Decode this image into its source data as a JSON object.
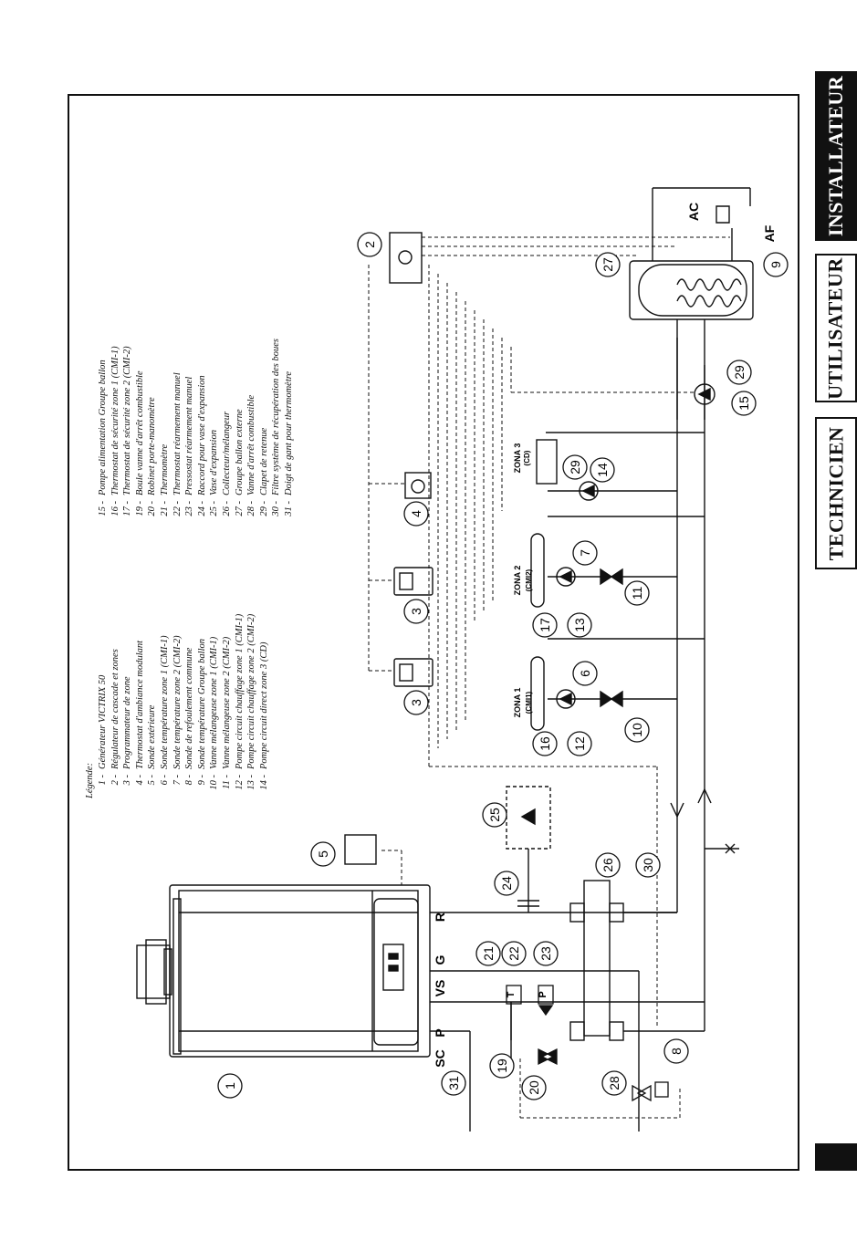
{
  "tabs": {
    "installateur": "INSTALLATEUR",
    "utilisateur": "UTILISATEUR",
    "technicien": "TECHNICIEN"
  },
  "legend": {
    "title": "Légende:",
    "items": [
      {
        "n": "1 -",
        "t": "Générateur VICTRIX 50"
      },
      {
        "n": "2 -",
        "t": "Régulateur de cascade et zones"
      },
      {
        "n": "3 -",
        "t": "Programmateur de zone"
      },
      {
        "n": "4 -",
        "t": "Thermostat d'ambiance modulant"
      },
      {
        "n": "5 -",
        "t": "Sonde extérieure"
      },
      {
        "n": "6 -",
        "t": "Sonde température zone 1 (CMI-1)"
      },
      {
        "n": "7 -",
        "t": "Sonde température zone 2 (CMI-2)"
      },
      {
        "n": "8 -",
        "t": "Sonde de refoulement commune"
      },
      {
        "n": "9 -",
        "t": "Sonde température Groupe ballon"
      },
      {
        "n": "10 -",
        "t": "Vanne mélangeuse zone 1 (CMI-1)"
      },
      {
        "n": "11 -",
        "t": "Vanne mélangeuse zone 2 (CMI-2)"
      },
      {
        "n": "12 -",
        "t": "Pompe circuit chauffage zone 1 (CMI-1)"
      },
      {
        "n": "13 -",
        "t": "Pompe circuit chauffage zone 2 (CMI-2)"
      },
      {
        "n": "14 -",
        "t": "Pompe circuit direct zone 3 (CD)"
      },
      {
        "n": "15 -",
        "t": "Pompe alimentation Groupe ballon"
      },
      {
        "n": "16 -",
        "t": "Thermostat de sécurité zone 1 (CMI-1)"
      },
      {
        "n": "17 -",
        "t": "Thermostat de sécurité zone 2 (CMI-2)"
      },
      {
        "n": "19 -",
        "t": "Boule vanne d'arrêt combustible"
      },
      {
        "n": "20 -",
        "t": "Robinet porte-manomètre"
      },
      {
        "n": "21 -",
        "t": "Thermomètre"
      },
      {
        "n": "22 -",
        "t": "Thermostat réarmement manuel"
      },
      {
        "n": "23 -",
        "t": "Pressostat réarmement manuel"
      },
      {
        "n": "24 -",
        "t": "Raccord pour vase d'expansion"
      },
      {
        "n": "25 -",
        "t": "Vase d'expansion"
      },
      {
        "n": "26 -",
        "t": "Collecteur/mélangeur"
      },
      {
        "n": "27 -",
        "t": "Groupe ballon externe"
      },
      {
        "n": "28 -",
        "t": "Vanne d'arrêt combustible"
      },
      {
        "n": "29 -",
        "t": "Clapet de retenue"
      },
      {
        "n": "30 -",
        "t": "Filtre système de récupération des boues"
      },
      {
        "n": "31 -",
        "t": "Doigt de gant pour thermomètre"
      }
    ]
  },
  "labels": {
    "zona1": "ZONA 1",
    "zona1_sub": "(CMI1)",
    "zona2": "ZONA 2",
    "zona2_sub": "(CMI2)",
    "zona3": "ZONA 3",
    "zona3_sub": "(CD)",
    "ac": "AC",
    "af": "AF",
    "sc": "SC",
    "p": "P",
    "vs": "VS",
    "g": "G",
    "r": "R",
    "t_box": "T",
    "p_box": "P"
  },
  "callouts": [
    "1",
    "2",
    "3",
    "3",
    "4",
    "5",
    "6",
    "7",
    "8",
    "9",
    "10",
    "11",
    "12",
    "13",
    "14",
    "15",
    "16",
    "17",
    "19",
    "20",
    "21",
    "22",
    "23",
    "24",
    "25",
    "26",
    "27",
    "28",
    "29",
    "29",
    "30",
    "31"
  ]
}
